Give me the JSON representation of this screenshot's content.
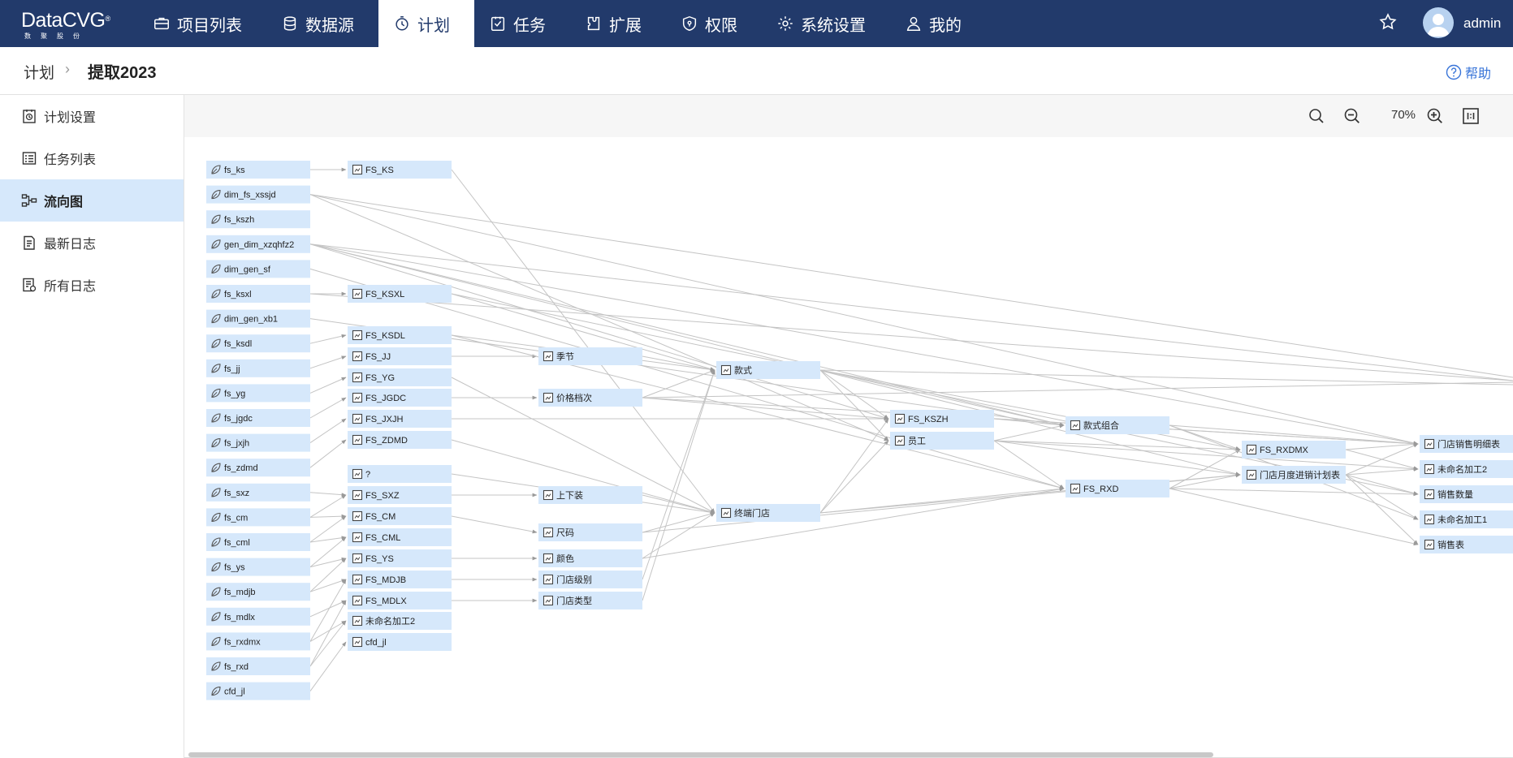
{
  "header": {
    "logo_text": "DataCVG",
    "logo_mark": "®",
    "logo_sub": "数聚股份",
    "nav": [
      {
        "label": "项目列表",
        "icon": "briefcase-icon"
      },
      {
        "label": "数据源",
        "icon": "database-icon"
      },
      {
        "label": "计划",
        "icon": "timer-icon",
        "active": true
      },
      {
        "label": "任务",
        "icon": "task-check-icon"
      },
      {
        "label": "扩展",
        "icon": "extension-icon"
      },
      {
        "label": "权限",
        "icon": "shield-icon"
      },
      {
        "label": "系统设置",
        "icon": "gear-icon"
      },
      {
        "label": "我的",
        "icon": "user-icon"
      }
    ],
    "username": "admin"
  },
  "breadcrumb": {
    "root": "计划",
    "sep": "›",
    "current": "提取2023"
  },
  "help_label": "帮助",
  "sidebar": {
    "items": [
      {
        "label": "计划设置",
        "icon": "plan-settings-icon"
      },
      {
        "label": "任务列表",
        "icon": "task-list-icon"
      },
      {
        "label": "流向图",
        "icon": "flow-chart-icon",
        "active": true
      },
      {
        "label": "最新日志",
        "icon": "latest-log-icon"
      },
      {
        "label": "所有日志",
        "icon": "all-logs-icon"
      }
    ]
  },
  "toolbar": {
    "zoom": "70%"
  },
  "flow": {
    "sources": [
      "fs_ks",
      "dim_fs_xssjd",
      "fs_kszh",
      "gen_dim_xzqhfz2",
      "dim_gen_sf",
      "fs_ksxl",
      "dim_gen_xb1",
      "fs_ksdl",
      "fs_jj",
      "fs_yg",
      "fs_jgdc",
      "fs_jxjh",
      "fs_zdmd",
      "fs_sxz",
      "fs_cm",
      "fs_cml",
      "fs_ys",
      "fs_mdjb",
      "fs_mdlx",
      "fs_rxdmx",
      "fs_rxd",
      "cfd_jl"
    ],
    "col2": [
      "FS_KS",
      "FS_KSXL",
      "FS_KSDL",
      "FS_JJ",
      "FS_YG",
      "FS_JGDC",
      "FS_JXJH",
      "FS_ZDMD",
      "?",
      "FS_SXZ",
      "FS_CM",
      "FS_CML",
      "FS_YS",
      "FS_MDJB",
      "FS_MDLX",
      "未命名加工2",
      "cfd_jl"
    ],
    "col3": [
      "季节",
      "价格档次",
      "上下装",
      "尺码",
      "颜色",
      "门店级别",
      "门店类型"
    ],
    "col4": [
      "款式",
      "终端门店"
    ],
    "col5": [
      "FS_KSZH",
      "员工"
    ],
    "col6": [
      "款式组合",
      "FS_RXD"
    ],
    "col7": [
      "FS_RXDMX",
      "门店月度进销计划表"
    ],
    "col8": [
      "门店销售明细表",
      "未命名加工2",
      "销售数量",
      "未命名加工1",
      "销售表"
    ]
  }
}
